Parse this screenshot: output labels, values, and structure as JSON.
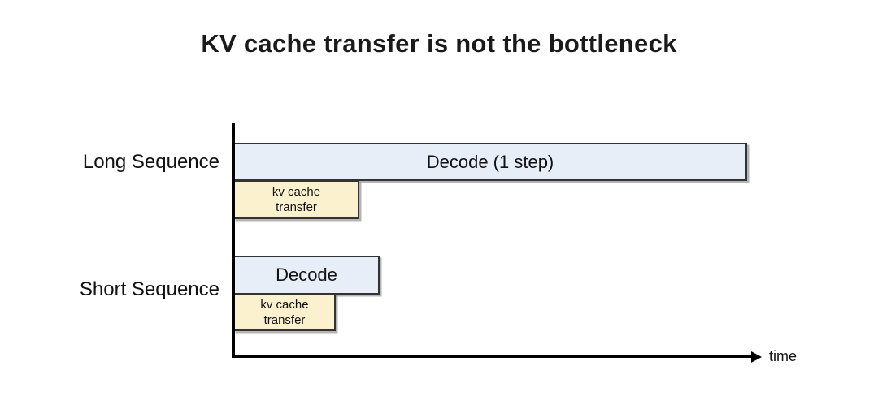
{
  "title": "KV cache transfer is not the bottleneck",
  "axis": {
    "time_label": "time"
  },
  "rows": [
    {
      "label": "Long Sequence",
      "decode_label": "Decode (1 step)",
      "kv_label": "kv cache transfer",
      "note": "decode bar much longer than kv cache transfer bar"
    },
    {
      "label": "Short Sequence",
      "decode_label": "Decode",
      "kv_label": "kv cache transfer",
      "note": "decode bar only slightly longer than kv cache transfer bar"
    }
  ],
  "colors": {
    "decode_fill": "#E8EEF7",
    "kv_fill": "#FBF1CF",
    "bar_border": "#333333",
    "axis": "#000000",
    "text": "#111111"
  }
}
